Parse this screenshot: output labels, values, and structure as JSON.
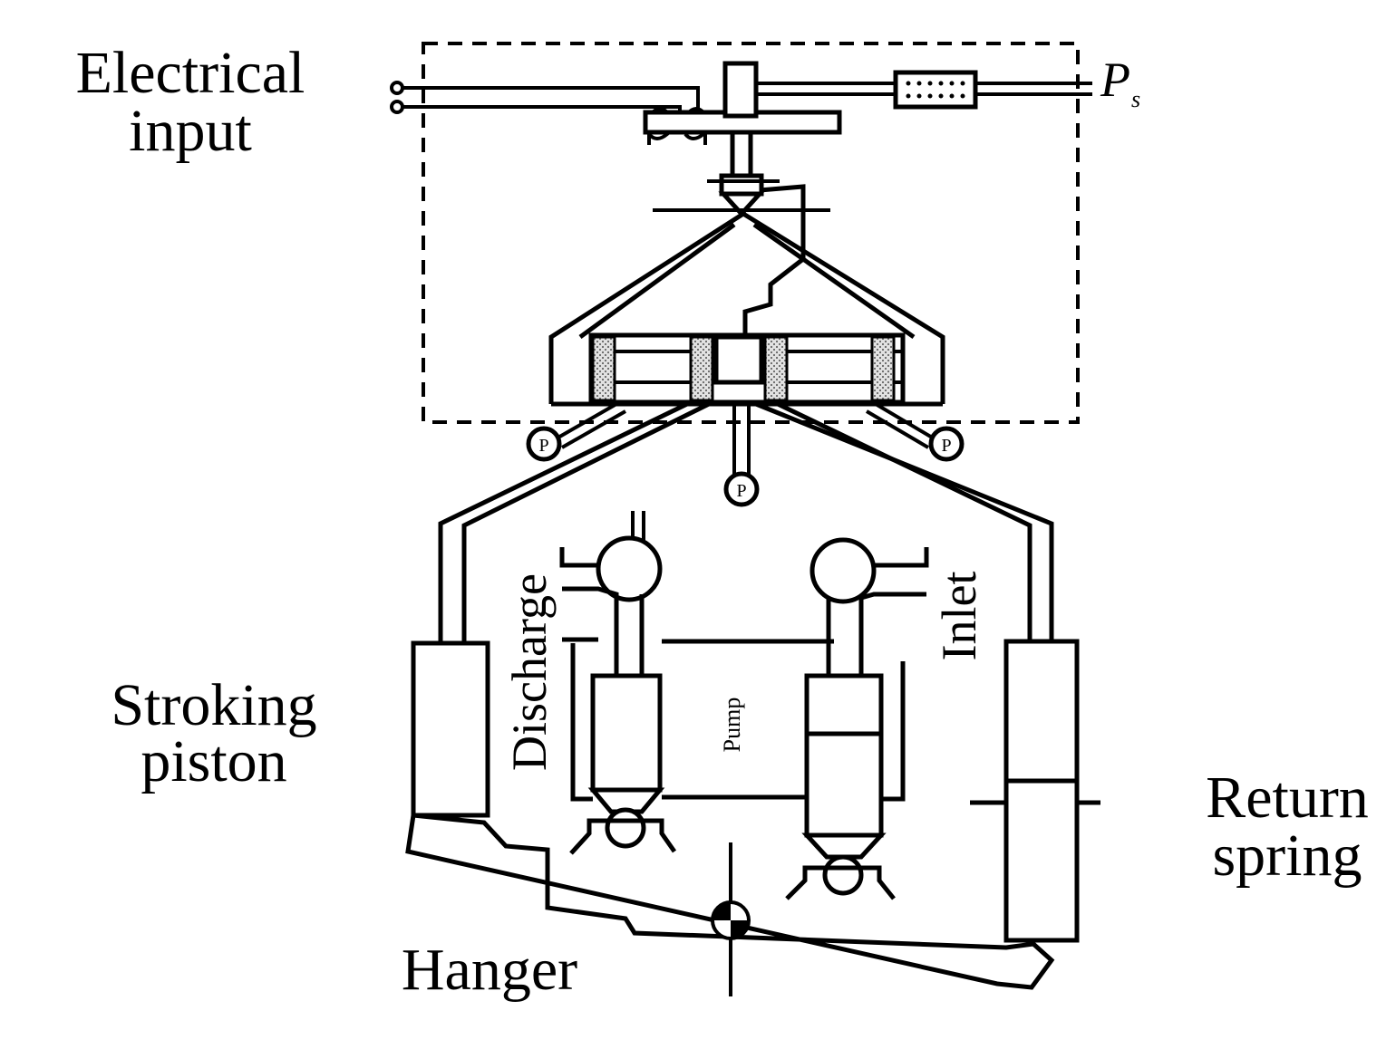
{
  "labels": {
    "electrical_input_line1": "Electrical",
    "electrical_input_line2": "input",
    "supply_pressure_main": "P",
    "supply_pressure_sub": "s",
    "stroking_piston_line1": "Stroking",
    "stroking_piston_line2": "piston",
    "return_spring_line1": "Return",
    "return_spring_line2": "spring",
    "hanger": "Hanger",
    "discharge": "Discharge",
    "inlet": "Inlet",
    "pump": "Pump",
    "pressure_port_left": "P",
    "pressure_port_center": "P",
    "pressure_port_right": "P"
  },
  "colors": {
    "line": "#000000",
    "background": "#ffffff",
    "spool_land": "#d8d8d8"
  }
}
